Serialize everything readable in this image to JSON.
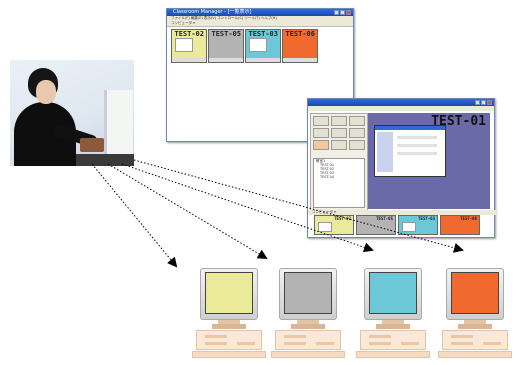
{
  "window1": {
    "title": "Classroom Manager - [一覧表示]",
    "menu": "ファイル(F)  編集(E)  表示(V)  コントロール(C)  ツール(T)  ヘルプ(H)",
    "toolbar": "コンピュータ ▾"
  },
  "window2": {
    "viewer_label": "TEST-01",
    "tree": [
      "教室1",
      "TEST-01",
      "TEST-02",
      "TEST-03",
      "TEST-04"
    ],
    "strip_label": "コンピュータ ▾"
  },
  "thumbnails": [
    {
      "label": "TEST-02",
      "color": "#ebe99a"
    },
    {
      "label": "TEST-05",
      "color": "#b3b3b3"
    },
    {
      "label": "TEST-03",
      "color": "#6cc7d6"
    },
    {
      "label": "TEST-06",
      "color": "#f06a30"
    }
  ],
  "student_pcs": [
    {
      "screen_color": "#ebe99a"
    },
    {
      "screen_color": "#b3b3b3"
    },
    {
      "screen_color": "#6cc7d6"
    },
    {
      "screen_color": "#f06a30"
    }
  ]
}
